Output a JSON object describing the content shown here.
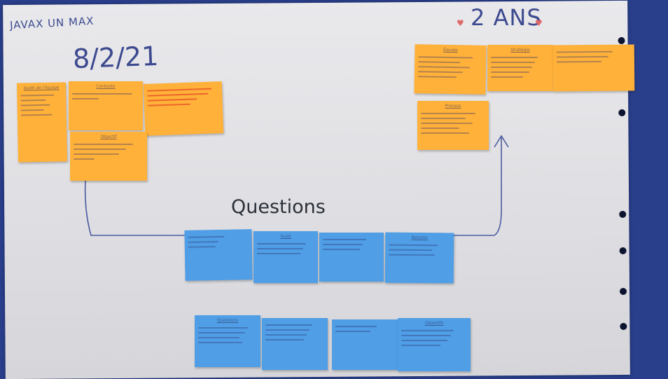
{
  "header": {
    "left_title": "JAVAX UN MAX",
    "date": "8/2/21",
    "right_title": "2 ANS"
  },
  "center": {
    "label": "Questions"
  },
  "notes": {
    "left": [
      "Audit de l'équipe",
      "Contexte",
      "",
      "Objectif"
    ],
    "right": [
      "Équipe",
      "Stratégie",
      "",
      "Process"
    ],
    "questions_top": [
      "",
      "Sujet",
      "",
      "Refonte"
    ],
    "questions_bottom": [
      "Questions",
      "",
      "",
      "Objectifs"
    ]
  },
  "colors": {
    "board": "#e5e5e8",
    "wall": "#2a3f8c",
    "orange_note": "#ffb13a",
    "blue_note": "#4f9ee6",
    "marker_ink": "#3d4a8f",
    "heart": "#e06a6a"
  }
}
